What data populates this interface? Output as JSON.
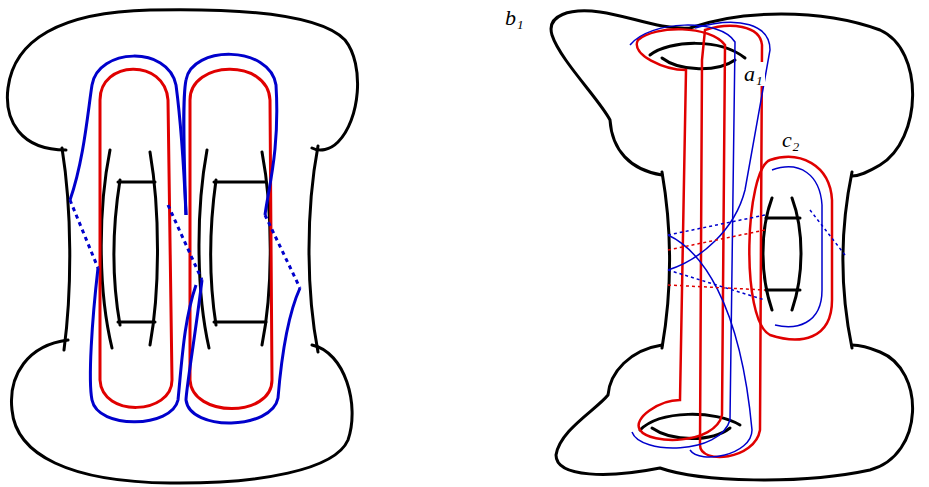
{
  "diagram": {
    "labels": [
      "b₁",
      "a₁",
      "c₂"
    ]
  }
}
